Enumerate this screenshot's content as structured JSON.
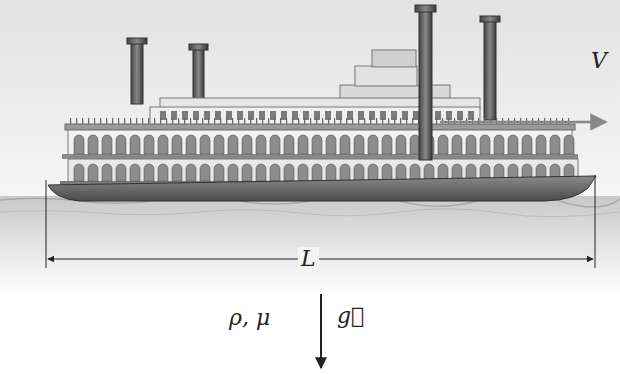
{
  "diagram": {
    "labels": [
      "V",
      "L",
      "ρ, μ",
      "g⃗"
    ]
  }
}
